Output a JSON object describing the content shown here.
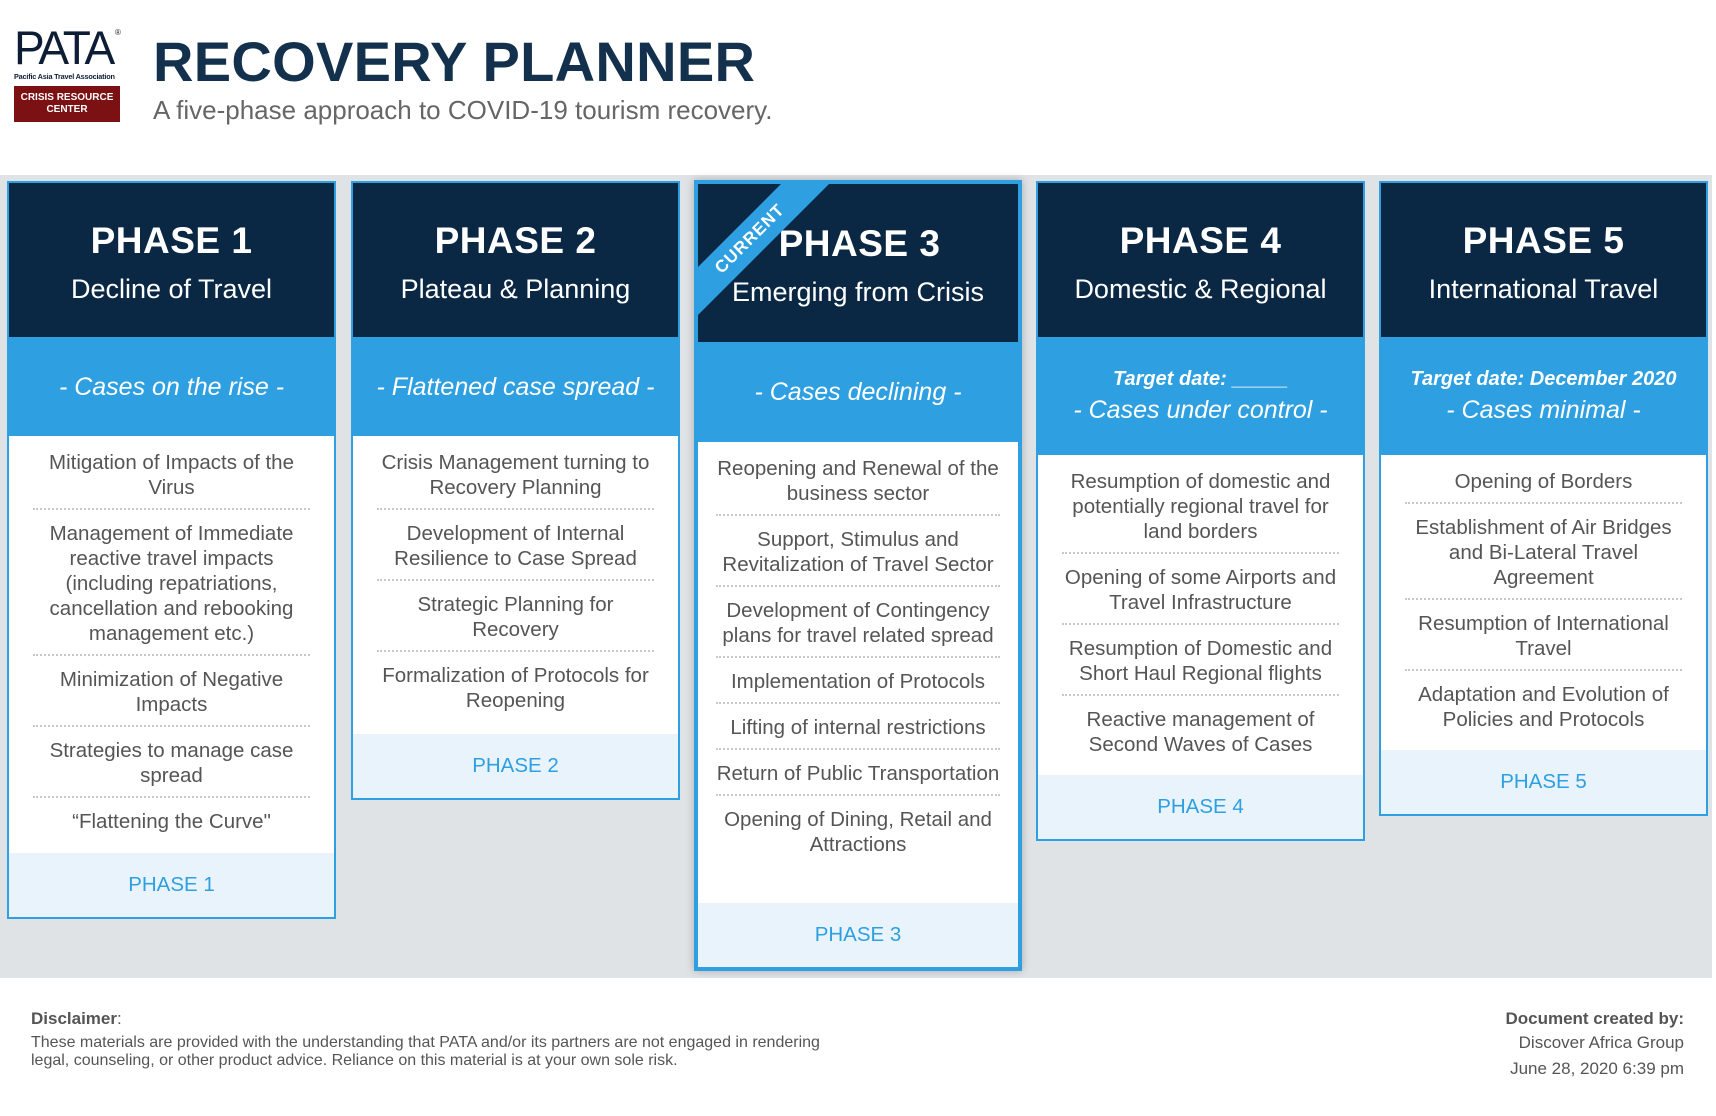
{
  "header": {
    "logo": {
      "word": "PATA",
      "registered": "®",
      "tagline": "Pacific Asia Travel Association",
      "badge_line1": "CRISIS RESOURCE",
      "badge_line2": "CENTER"
    },
    "title": "RECOVERY PLANNER",
    "subtitle": "A five-phase approach to COVID-19 tourism recovery."
  },
  "colors": {
    "navy": "#0a2744",
    "accent_blue": "#2e9fe0",
    "badge_red": "#7b1113",
    "band_gray": "#e0e3e6"
  },
  "phases": [
    {
      "phase": "PHASE 1",
      "name": "Decline of Travel",
      "target": "",
      "status": "- Cases on the rise -",
      "items": [
        "Mitigation of Impacts of the Virus",
        "Management of Immediate reactive travel impacts (including repatriations, cancellation and rebooking management etc.)",
        "Minimization of Negative Impacts",
        "Strategies to manage case spread",
        "“Flattening the Curve\""
      ],
      "footer": "PHASE 1",
      "current": false
    },
    {
      "phase": "PHASE 2",
      "name": "Plateau & Planning",
      "target": "",
      "status": "- Flattened case spread -",
      "items": [
        "Crisis Management turning to Recovery Planning",
        "Development of Internal Resilience to Case Spread",
        "Strategic Planning for Recovery",
        "Formalization of Protocols for Reopening"
      ],
      "footer": "PHASE 2",
      "current": false
    },
    {
      "phase": "PHASE 3",
      "name": "Emerging from Crisis",
      "target": "",
      "status": "- Cases declining -",
      "items": [
        "Reopening and Renewal of the business sector",
        "Support, Stimulus and Revitalization of Travel Sector",
        "Development of Contingency plans for travel related spread",
        "Implementation of Protocols",
        "Lifting of internal restrictions",
        "Return of Public Transportation",
        "Opening of Dining, Retail and Attractions"
      ],
      "footer": "PHASE 3",
      "current": true,
      "ribbon": "CURRENT"
    },
    {
      "phase": "PHASE 4",
      "name": "Domestic & Regional",
      "target": "Target date: _____",
      "status": "- Cases under control -",
      "items": [
        "Resumption of domestic and potentially regional travel for land borders",
        "Opening of some Airports and Travel Infrastructure",
        "Resumption of Domestic and Short Haul Regional flights",
        "Reactive management of Second Waves of Cases"
      ],
      "footer": "PHASE 4",
      "current": false
    },
    {
      "phase": "PHASE 5",
      "name": "International Travel",
      "target": "Target date: December 2020",
      "status": "- Cases minimal -",
      "items": [
        "Opening of Borders",
        "Establishment of Air Bridges and Bi-Lateral Travel Agreement",
        "Resumption of International Travel",
        "Adaptation and Evolution of Policies and Protocols"
      ],
      "footer": "PHASE 5",
      "current": false
    }
  ],
  "footer": {
    "disclaimer_label": "Disclaimer",
    "disclaimer_colon": ":",
    "disclaimer_text": "These materials are provided with the understanding that PATA and/or its partners are not engaged in rendering legal, counseling, or other product advice. Reliance on this material is at your own sole risk.",
    "created_label": "Document created by:",
    "created_by": "Discover Africa Group",
    "created_date": "June 28, 2020 6:39 pm"
  }
}
